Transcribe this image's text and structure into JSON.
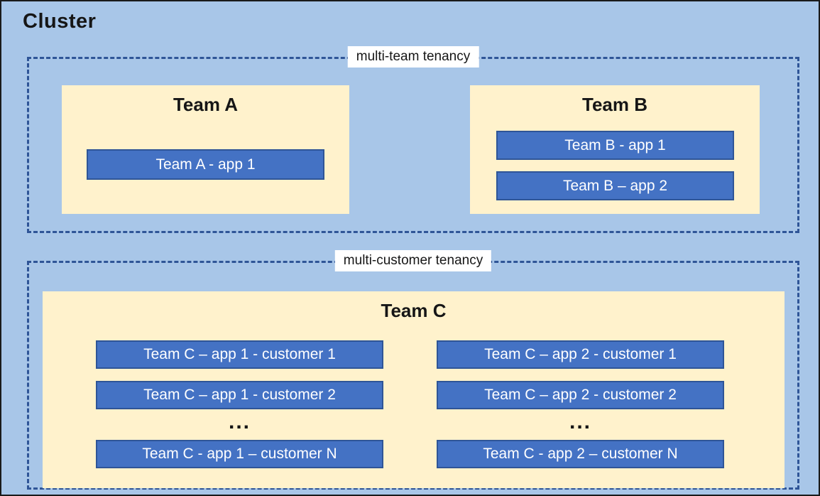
{
  "title": "Cluster",
  "colors": {
    "canvas_background": "#A8C6E8",
    "dashed_border": "#2F5597",
    "team_box_fill": "#FFF2CC",
    "app_box_fill": "#4472C4",
    "app_box_border": "#2F5597",
    "app_text": "#FFFFFF",
    "label_background": "#FFFFFF",
    "title_text": "#161616"
  },
  "multi_team": {
    "label": "multi-team tenancy",
    "team_a": {
      "name": "Team A",
      "app1": "Team A - app 1"
    },
    "team_b": {
      "name": "Team B",
      "app1": "Team B - app 1",
      "app2": "Team B – app 2"
    }
  },
  "multi_customer": {
    "label": "multi-customer tenancy",
    "team_c": {
      "name": "Team C",
      "col1": {
        "row1": "Team C – app 1 - customer 1",
        "row2": "Team C – app 1 - customer 2",
        "ellipsis": "...",
        "rowN": "Team C - app 1 – customer N"
      },
      "col2": {
        "row1": "Team C – app 2 - customer 1",
        "row2": "Team C – app 2 - customer 2",
        "ellipsis": "...",
        "rowN": "Team C - app 2 – customer N"
      }
    }
  }
}
